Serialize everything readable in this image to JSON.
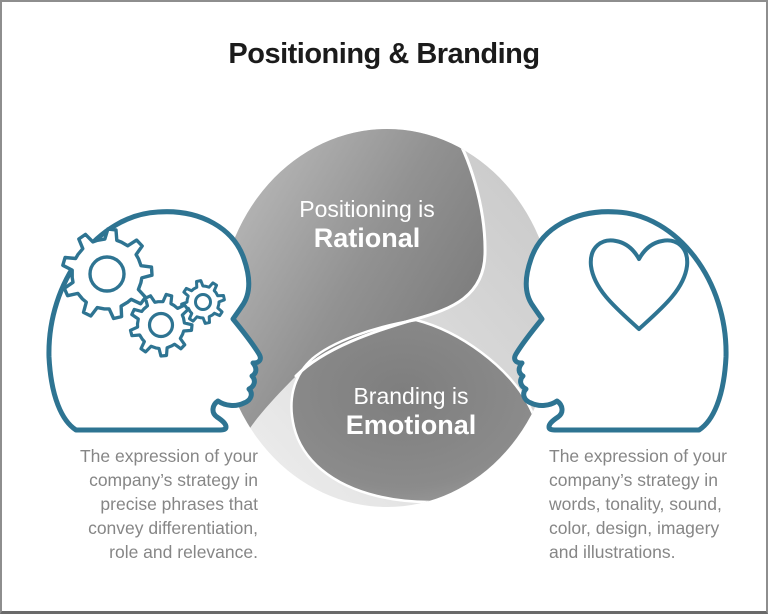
{
  "title": "Positioning & Branding",
  "colors": {
    "accent_teal": "#2e7492",
    "title_text": "#1b1b1b",
    "body_text": "#868686",
    "center_text": "#ffffff",
    "frame_border": "#8e8e8e"
  },
  "diagram": {
    "top_label": {
      "line1": "Positioning is",
      "line2": "Rational"
    },
    "bottom_label": {
      "line1": "Branding is",
      "line2": "Emotional"
    },
    "left": {
      "icon": "head-with-gears",
      "text": "The expression of your\ncompany’s strategy in\nprecise phrases that\nconvey differentiation,\nrole and relevance."
    },
    "right": {
      "icon": "head-with-heart",
      "text": "The expression of your\ncompany’s strategy in\nwords, tonality, sound,\ncolor, design, imagery\nand illustrations."
    }
  }
}
